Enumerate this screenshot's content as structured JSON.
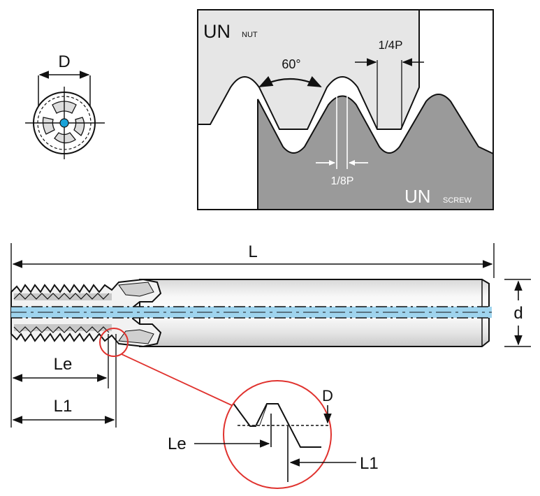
{
  "end_view": {
    "dim_label": "D"
  },
  "thread_profile": {
    "nut_label": "UN",
    "nut_sub": "NUT",
    "screw_label": "UN",
    "screw_sub": "SCREW",
    "angle_label": "60°",
    "quarter_pitch_label": "1/4P",
    "eighth_pitch_label": "1/8P"
  },
  "side_view": {
    "length_label": "L",
    "diameter_label": "d",
    "le_label": "Le",
    "l1_label": "L1"
  },
  "detail": {
    "d_label": "D",
    "le_label": "Le",
    "l1_label": "L1"
  },
  "colors": {
    "coolant": "#9fd4ee",
    "nut_fill": "#e6e6e6",
    "screw_fill": "#9a9a9a",
    "highlight": "#e0322e",
    "center_dot": "#1aa3d9",
    "shank": "#f0f0f0"
  }
}
